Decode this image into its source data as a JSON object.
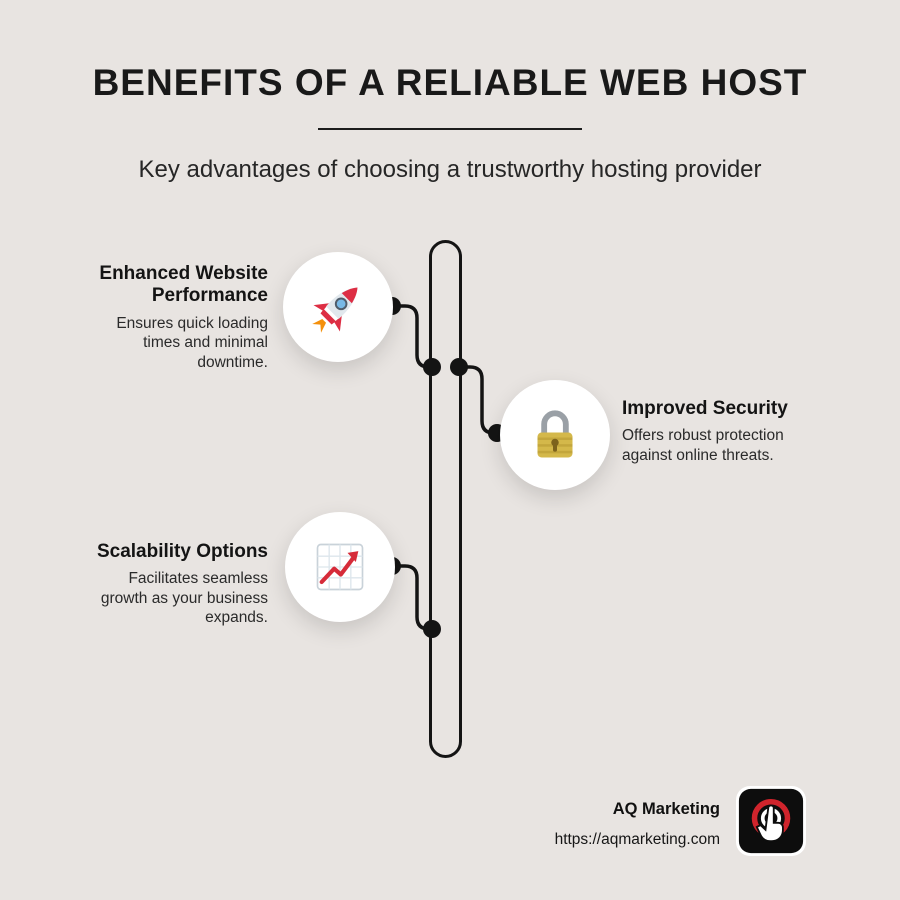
{
  "page": {
    "background": "#e8e4e1",
    "accent": "#141414",
    "circle_bg": "#ffffff"
  },
  "header": {
    "title": "BENEFITS OF A RELIABLE WEB HOST",
    "subtitle": "Key advantages of choosing a trustworthy hosting provider"
  },
  "timeline": {
    "items": [
      {
        "title": "Enhanced Website Performance",
        "description": "Ensures quick loading times and minimal downtime.",
        "icon": "rocket-icon",
        "side": "left"
      },
      {
        "title": "Improved Security",
        "description": "Offers robust protection against online threats.",
        "icon": "padlock-icon",
        "side": "right"
      },
      {
        "title": "Scalability Options",
        "description": "Facilitates seamless growth as your business expands.",
        "icon": "chart-increasing-icon",
        "side": "left"
      }
    ]
  },
  "footer": {
    "brand": "AQ Marketing",
    "url": "https://aqmarketing.com",
    "logo_icon": "click-target-icon"
  }
}
